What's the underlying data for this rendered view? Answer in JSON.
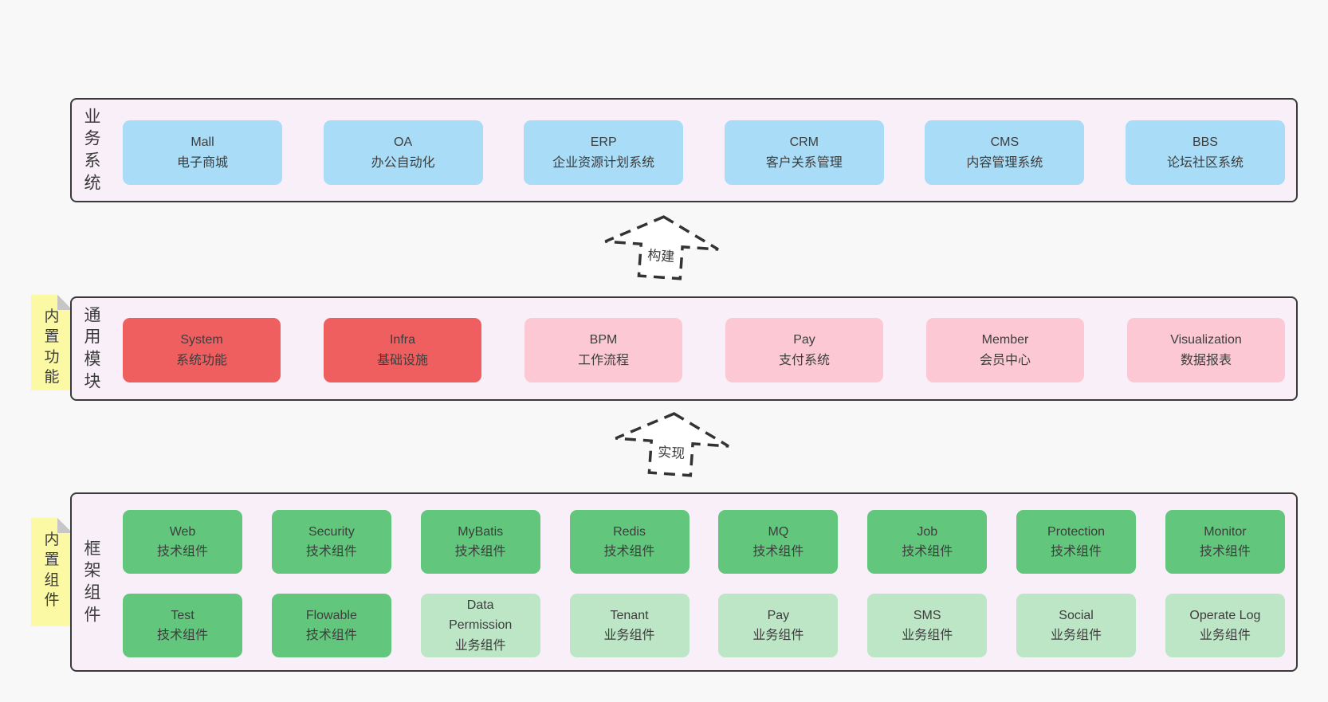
{
  "colors": {
    "page_bg": "#f8f8f8",
    "panel_bg": "#f9eff8",
    "panel_border": "#3a3a3a",
    "blue": "#a9dcf6",
    "red": "#f05f60",
    "pink": "#fbc8d4",
    "green": "#62c77c",
    "green_light": "#bce6c5",
    "note_yellow": "#fbf9a3",
    "note_fold": "#c6c6c6",
    "text": "#3d3d3d"
  },
  "arrows": [
    {
      "label": "构建"
    },
    {
      "label": "实现"
    }
  ],
  "layers": [
    {
      "side_label": "业务系统",
      "rows": [
        [
          {
            "name": "Mall",
            "subtitle": "电子商城"
          },
          {
            "name": "OA",
            "subtitle": "办公自动化"
          },
          {
            "name": "ERP",
            "subtitle": "企业资源计划系统"
          },
          {
            "name": "CRM",
            "subtitle": "客户关系管理"
          },
          {
            "name": "CMS",
            "subtitle": "内容管理系统"
          },
          {
            "name": "BBS",
            "subtitle": "论坛社区系统"
          }
        ]
      ]
    },
    {
      "side_label": "通用模块",
      "note": "内置功能",
      "rows": [
        [
          {
            "name": "System",
            "subtitle": "系统功能"
          },
          {
            "name": "Infra",
            "subtitle": "基础设施"
          },
          {
            "name": "BPM",
            "subtitle": "工作流程"
          },
          {
            "name": "Pay",
            "subtitle": "支付系统"
          },
          {
            "name": "Member",
            "subtitle": "会员中心"
          },
          {
            "name": "Visualization",
            "subtitle": "数据报表"
          }
        ]
      ]
    },
    {
      "side_label": "框架组件",
      "note": "内置组件",
      "rows": [
        [
          {
            "name": "Web",
            "subtitle": "技术组件"
          },
          {
            "name": "Security",
            "subtitle": "技术组件"
          },
          {
            "name": "MyBatis",
            "subtitle": "技术组件"
          },
          {
            "name": "Redis",
            "subtitle": "技术组件"
          },
          {
            "name": "MQ",
            "subtitle": "技术组件"
          },
          {
            "name": "Job",
            "subtitle": "技术组件"
          },
          {
            "name": "Protection",
            "subtitle": "技术组件"
          },
          {
            "name": "Monitor",
            "subtitle": "技术组件"
          }
        ],
        [
          {
            "name": "Test",
            "subtitle": "技术组件"
          },
          {
            "name": "Flowable",
            "subtitle": "技术组件"
          },
          {
            "name": "Data\nPermission",
            "subtitle": "业务组件"
          },
          {
            "name": "Tenant",
            "subtitle": "业务组件"
          },
          {
            "name": "Pay",
            "subtitle": "业务组件"
          },
          {
            "name": "SMS",
            "subtitle": "业务组件"
          },
          {
            "name": "Social",
            "subtitle": "业务组件"
          },
          {
            "name": "Operate Log",
            "subtitle": "业务组件"
          }
        ]
      ]
    }
  ]
}
